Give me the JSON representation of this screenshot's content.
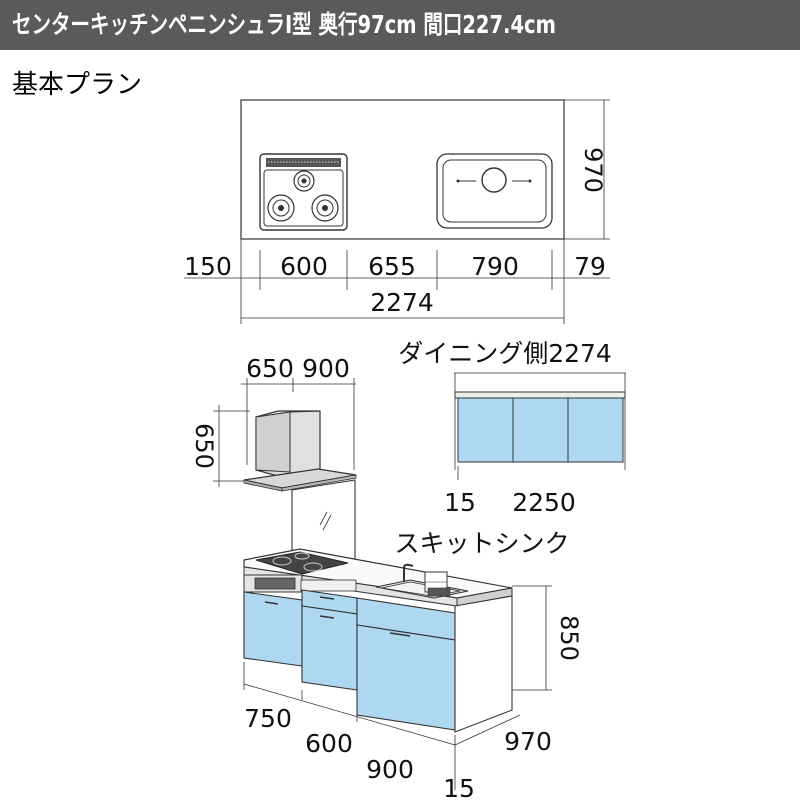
{
  "title": "センターキッチンペニンシュラI型 奥行97cm 間口227.4cm",
  "plan_label": "基本プラン",
  "top_view": {
    "depth_label": "970",
    "segments": [
      "150",
      "600",
      "655",
      "790",
      "79"
    ],
    "total_width": "2274"
  },
  "hood": {
    "width_labels": [
      "650",
      "900"
    ],
    "height_label": "650"
  },
  "dining_side": {
    "title": "ダイニング側2274",
    "gap_label": "15",
    "width_label": "2250"
  },
  "sink_label": "スキットシンク",
  "front_view": {
    "height_label": "850",
    "widths": [
      "750",
      "600",
      "900"
    ],
    "bottom_gap": "15",
    "depth_label": "970"
  },
  "colors": {
    "title_bar": "#5a5a5a",
    "cabinet_blue": "#aed8f0",
    "line": "#333333"
  }
}
